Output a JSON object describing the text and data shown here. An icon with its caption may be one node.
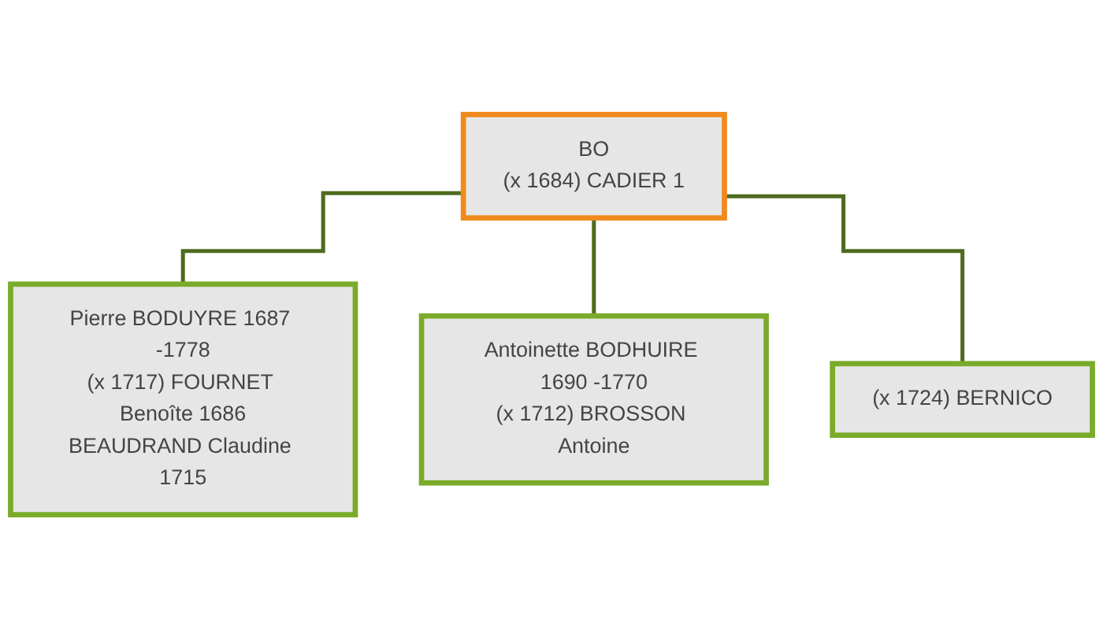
{
  "diagram": {
    "nodes": [
      {
        "text": [
          "BO",
          "(x 1684) CADIER 1"
        ]
      },
      {
        "text": [
          "Pierre BODUYRE 1687 -1778",
          "(x 1717) FOURNET Benoîte 1686",
          "BEAUDRAND Claudine 1715"
        ]
      },
      {
        "text": [
          "Antoinette BODHUIRE 1690 -1770",
          "(x 1712) BROSSON Antoine"
        ]
      },
      {
        "text": [
          "(x 1724) BERNICO"
        ]
      }
    ],
    "edges": [
      {
        "from": 0,
        "to": 1,
        "arrow": "none"
      },
      {
        "from": 0,
        "to": 2,
        "arrow": "none"
      },
      {
        "from": 0,
        "to": 3,
        "arrow": "none"
      }
    ]
  }
}
